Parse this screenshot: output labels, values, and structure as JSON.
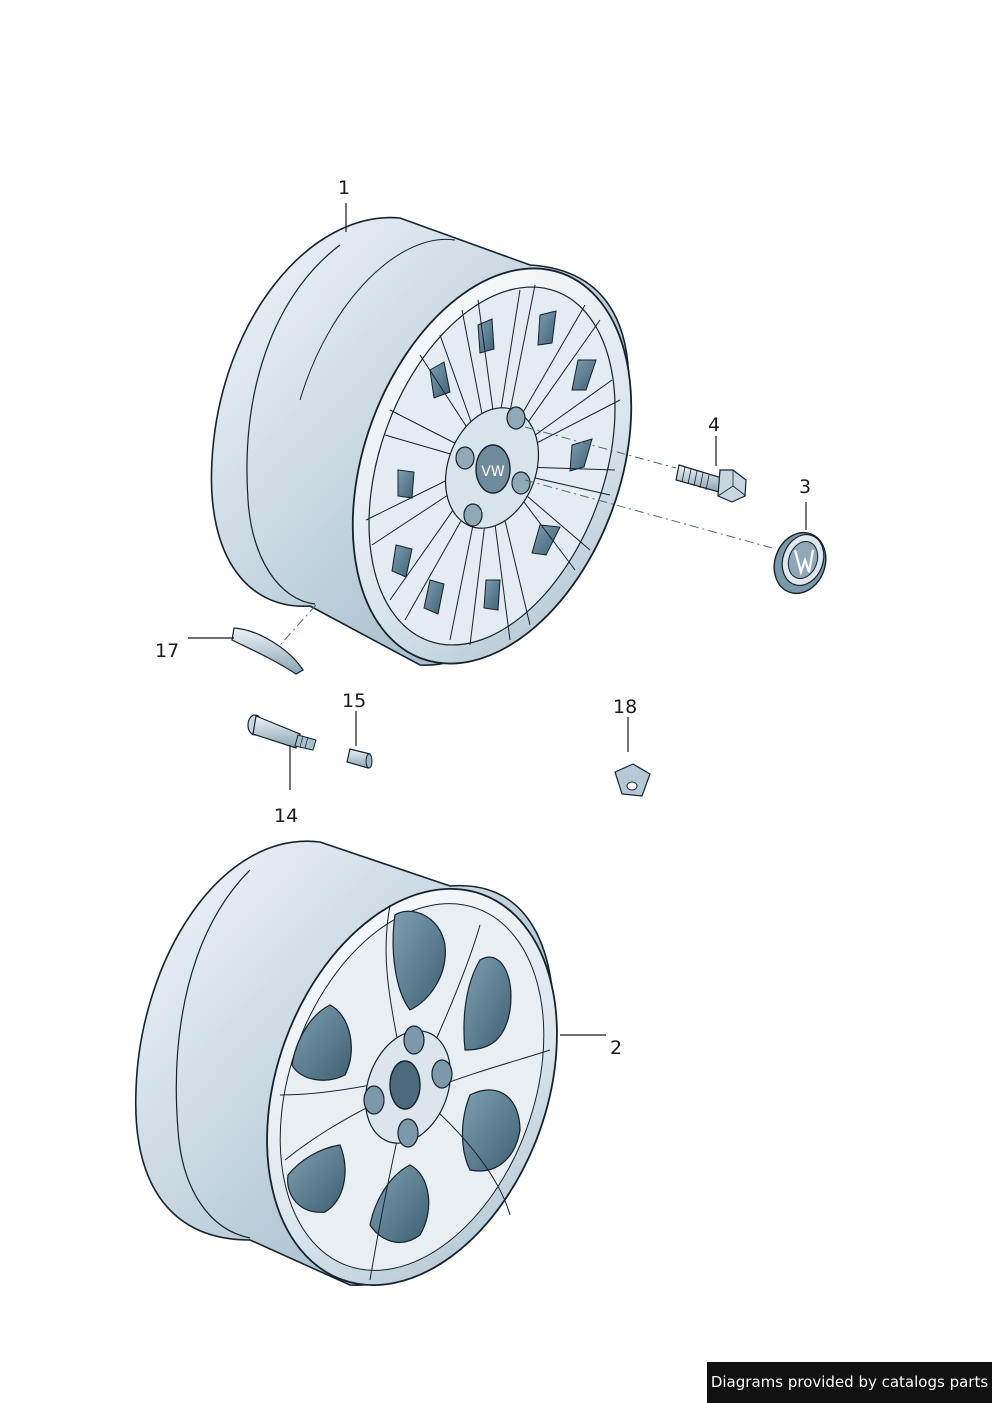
{
  "callouts": {
    "p1": "1",
    "p2": "2",
    "p3": "3",
    "p4": "4",
    "p14": "14",
    "p15": "15",
    "p17": "17",
    "p18": "18"
  },
  "footer": {
    "credit": "Diagrams provided by catalogs parts"
  },
  "colors": {
    "rim_light": "#e6edf2",
    "rim_mid": "#b9cbd6",
    "rim_dark": "#7f9fb2",
    "pocket": "#4a6c80",
    "outline": "#14232e"
  }
}
